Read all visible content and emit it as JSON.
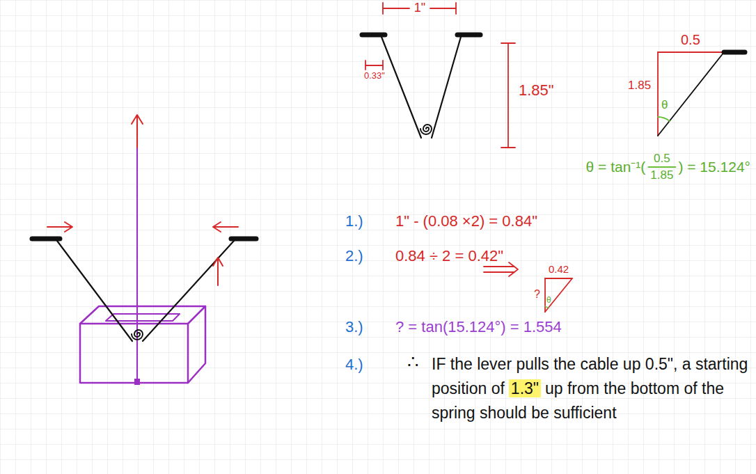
{
  "diagram": {
    "labels": [
      "1\"",
      "0.33\"",
      "1.85\"",
      "0.5",
      "1.85",
      "θ",
      "θ = tan⁻¹(",
      "0.5",
      "1.85",
      ") = 15.124°",
      "1.)",
      "1\" - (0.08 ×2) = 0.84\"",
      "2.)",
      "0.84 ÷ 2 = 0.42\"",
      "0.42",
      "?",
      "θ",
      "3.)",
      "? = tan(15.124°) = 1.554",
      "4.)",
      "∴",
      "IF the lever pulls the cable up 0.5\", a starting position of",
      "1.3\"",
      "up from the bottom of the spring should be sufficient"
    ]
  }
}
